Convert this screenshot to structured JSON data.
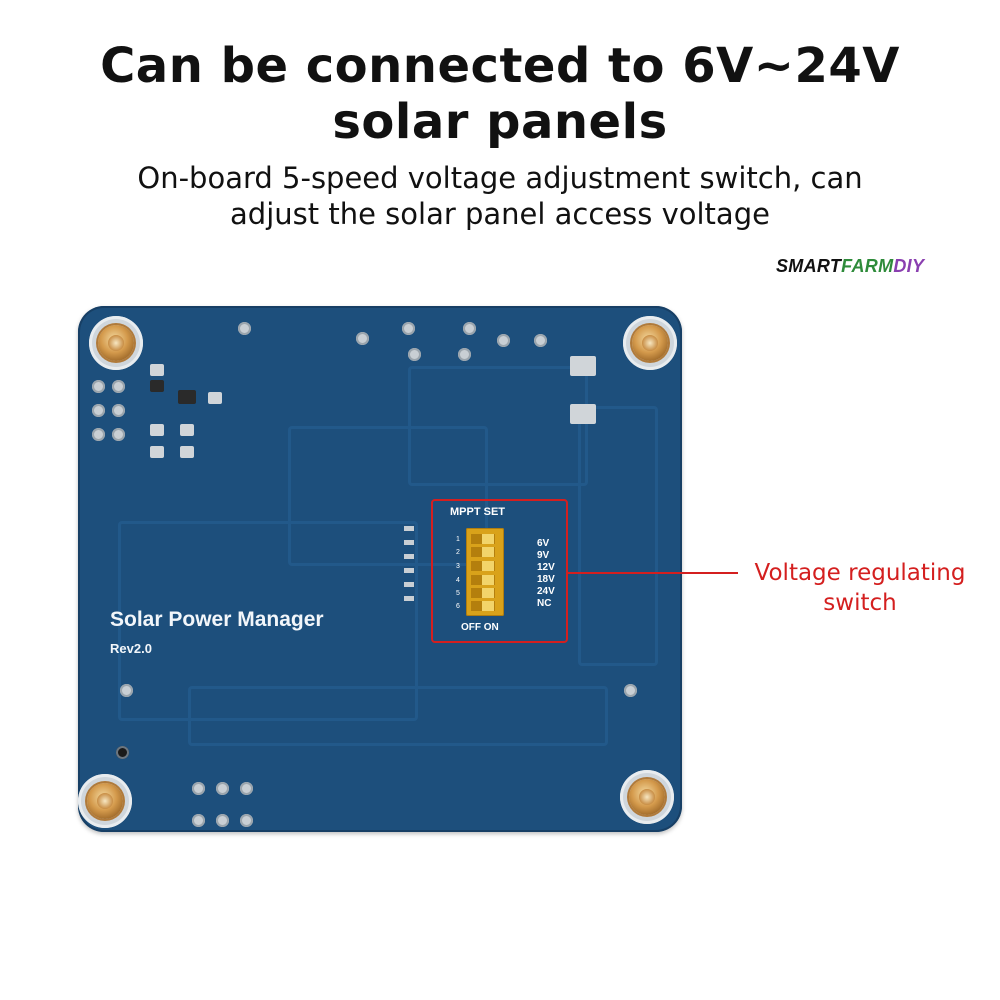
{
  "headline": {
    "line1": "Can be connected to 6V~24V",
    "line2": "solar panels"
  },
  "subheadline": {
    "line1": "On-board 5-speed voltage adjustment switch, can",
    "line2": "adjust the solar panel access voltage"
  },
  "brand": {
    "part1": "SMART",
    "part2": "FARM",
    "part3": "DIY"
  },
  "board": {
    "title": "Solar Power Manager",
    "revision": "Rev2.0",
    "color": "#1d4f7c"
  },
  "dip_switch": {
    "header": "MPPT SET",
    "voltages": [
      "6V",
      "9V",
      "12V",
      "18V",
      "24V",
      "NC"
    ],
    "positions": [
      "1",
      "2",
      "3",
      "4",
      "5",
      "6"
    ],
    "off_on": "OFF ON",
    "highlight_color": "#d41f1f"
  },
  "callout": {
    "line1": "Voltage regulating",
    "line2": "switch",
    "color": "#d41f1f"
  },
  "colors": {
    "accent_red": "#d41f1f",
    "brand_green": "#2e8b3a",
    "brand_purple": "#8a3fb0"
  }
}
